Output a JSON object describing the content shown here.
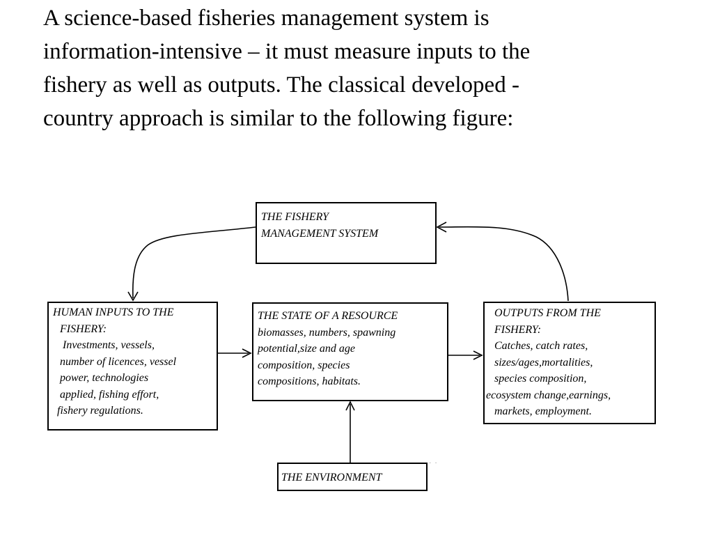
{
  "intro_text": {
    "line1": "A science-based fisheries management system is",
    "line2": "information-intensive – it must measure inputs to the",
    "line3": "fishery as well as outputs. The classical developed -",
    "line4": "country approach is similar to the following figure:"
  },
  "diagram": {
    "management": {
      "line1": "THE FISHERY",
      "line2": "MANAGEMENT SYSTEM"
    },
    "inputs": {
      "line1": "HUMAN INPUTS TO THE",
      "line2": "FISHERY:",
      "line3": "Investments, vessels,",
      "line4": "number of licences, vessel",
      "line5": "power, technologies",
      "line6": "applied, fishing effort,",
      "line7": "fishery regulations."
    },
    "state": {
      "line1": "THE STATE OF A RESOURCE",
      "line2": "biomasses, numbers, spawning",
      "line3": "potential,size and age",
      "line4": "composition, species",
      "line5": "compositions, habitats."
    },
    "outputs": {
      "line1": "OUTPUTS FROM THE",
      "line2": "FISHERY:",
      "line3": "Catches, catch rates,",
      "line4": "sizes/ages,mortalities,",
      "line5": "species composition,",
      "line6": "ecosystem change,earnings,",
      "line7": "markets, employment."
    },
    "environment": {
      "line1": "THE ENVIRONMENT"
    }
  }
}
